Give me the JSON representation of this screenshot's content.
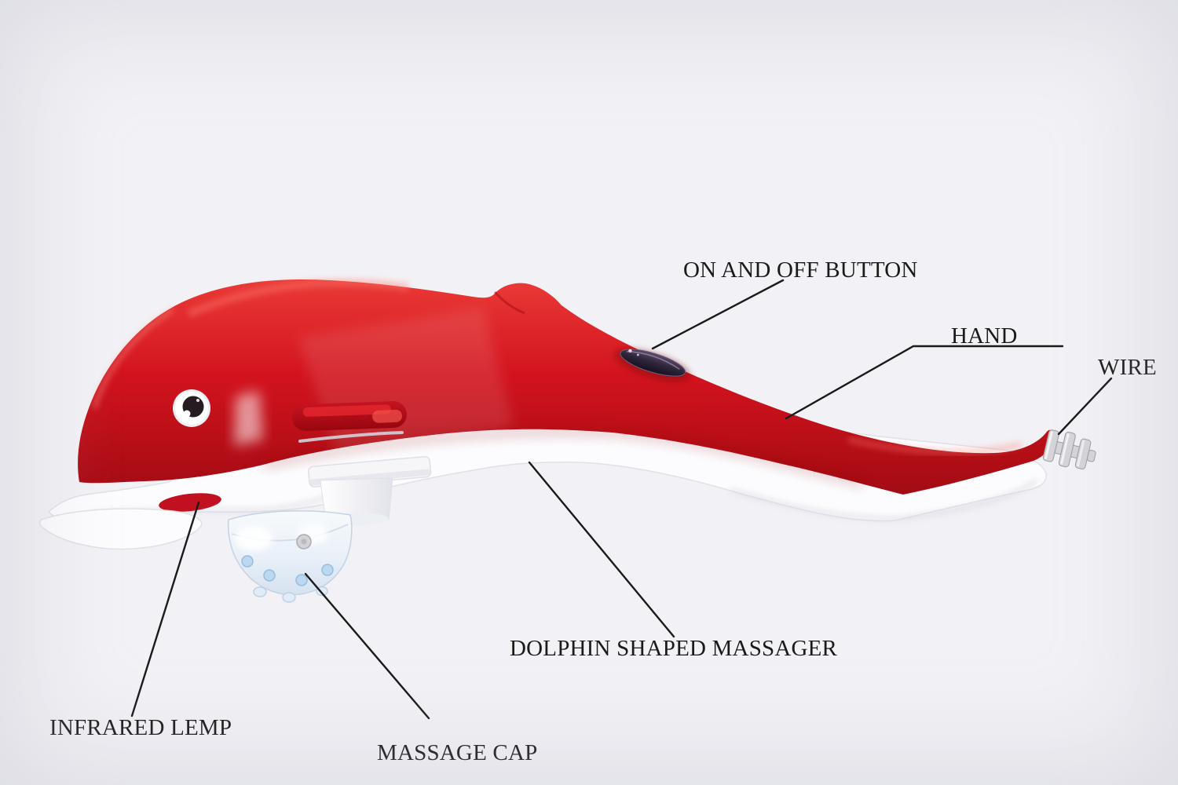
{
  "illustration": {
    "name": "dolphin-massager-illustration",
    "parts": [
      "dolphin-body",
      "eye",
      "dorsal-fin",
      "side-fin",
      "on-off-button",
      "belly-strip",
      "mouth-lower-lip",
      "infrared-lamp",
      "massage-head-mount",
      "massage-head-neck",
      "massage-cap-dome",
      "massage-cap-nubs",
      "wire-connector"
    ]
  },
  "labels": [
    {
      "id": "on-off-button",
      "text": "ON AND OFF BUTTON"
    },
    {
      "id": "hand",
      "text": "HAND"
    },
    {
      "id": "wire",
      "text": "WIRE"
    },
    {
      "id": "dolphin-shaped-massager",
      "text": "DOLPHIN SHAPED MASSAGER"
    },
    {
      "id": "infrared-lemp",
      "text": "INFRARED LEMP"
    },
    {
      "id": "massage-cap",
      "text": "MASSAGE CAP"
    }
  ],
  "colors": {
    "background": "#f2f1f5",
    "body_red": "#d2131e",
    "body_red_dark": "#a30b13",
    "body_red_highlight": "#ff6b62",
    "infrared_red": "#c11020",
    "belly_white": "#fcfcfe",
    "belly_shadow": "#d9d9e2",
    "button_dark": "#2e2539",
    "eye_pupil": "#261b21",
    "cap_body": "#e9f0f8",
    "cap_nub": "#bcd8f0",
    "connector_gray": "#d4d4d9",
    "label_text": "#1a1a1a",
    "leader_line": "#1a1a1a"
  }
}
